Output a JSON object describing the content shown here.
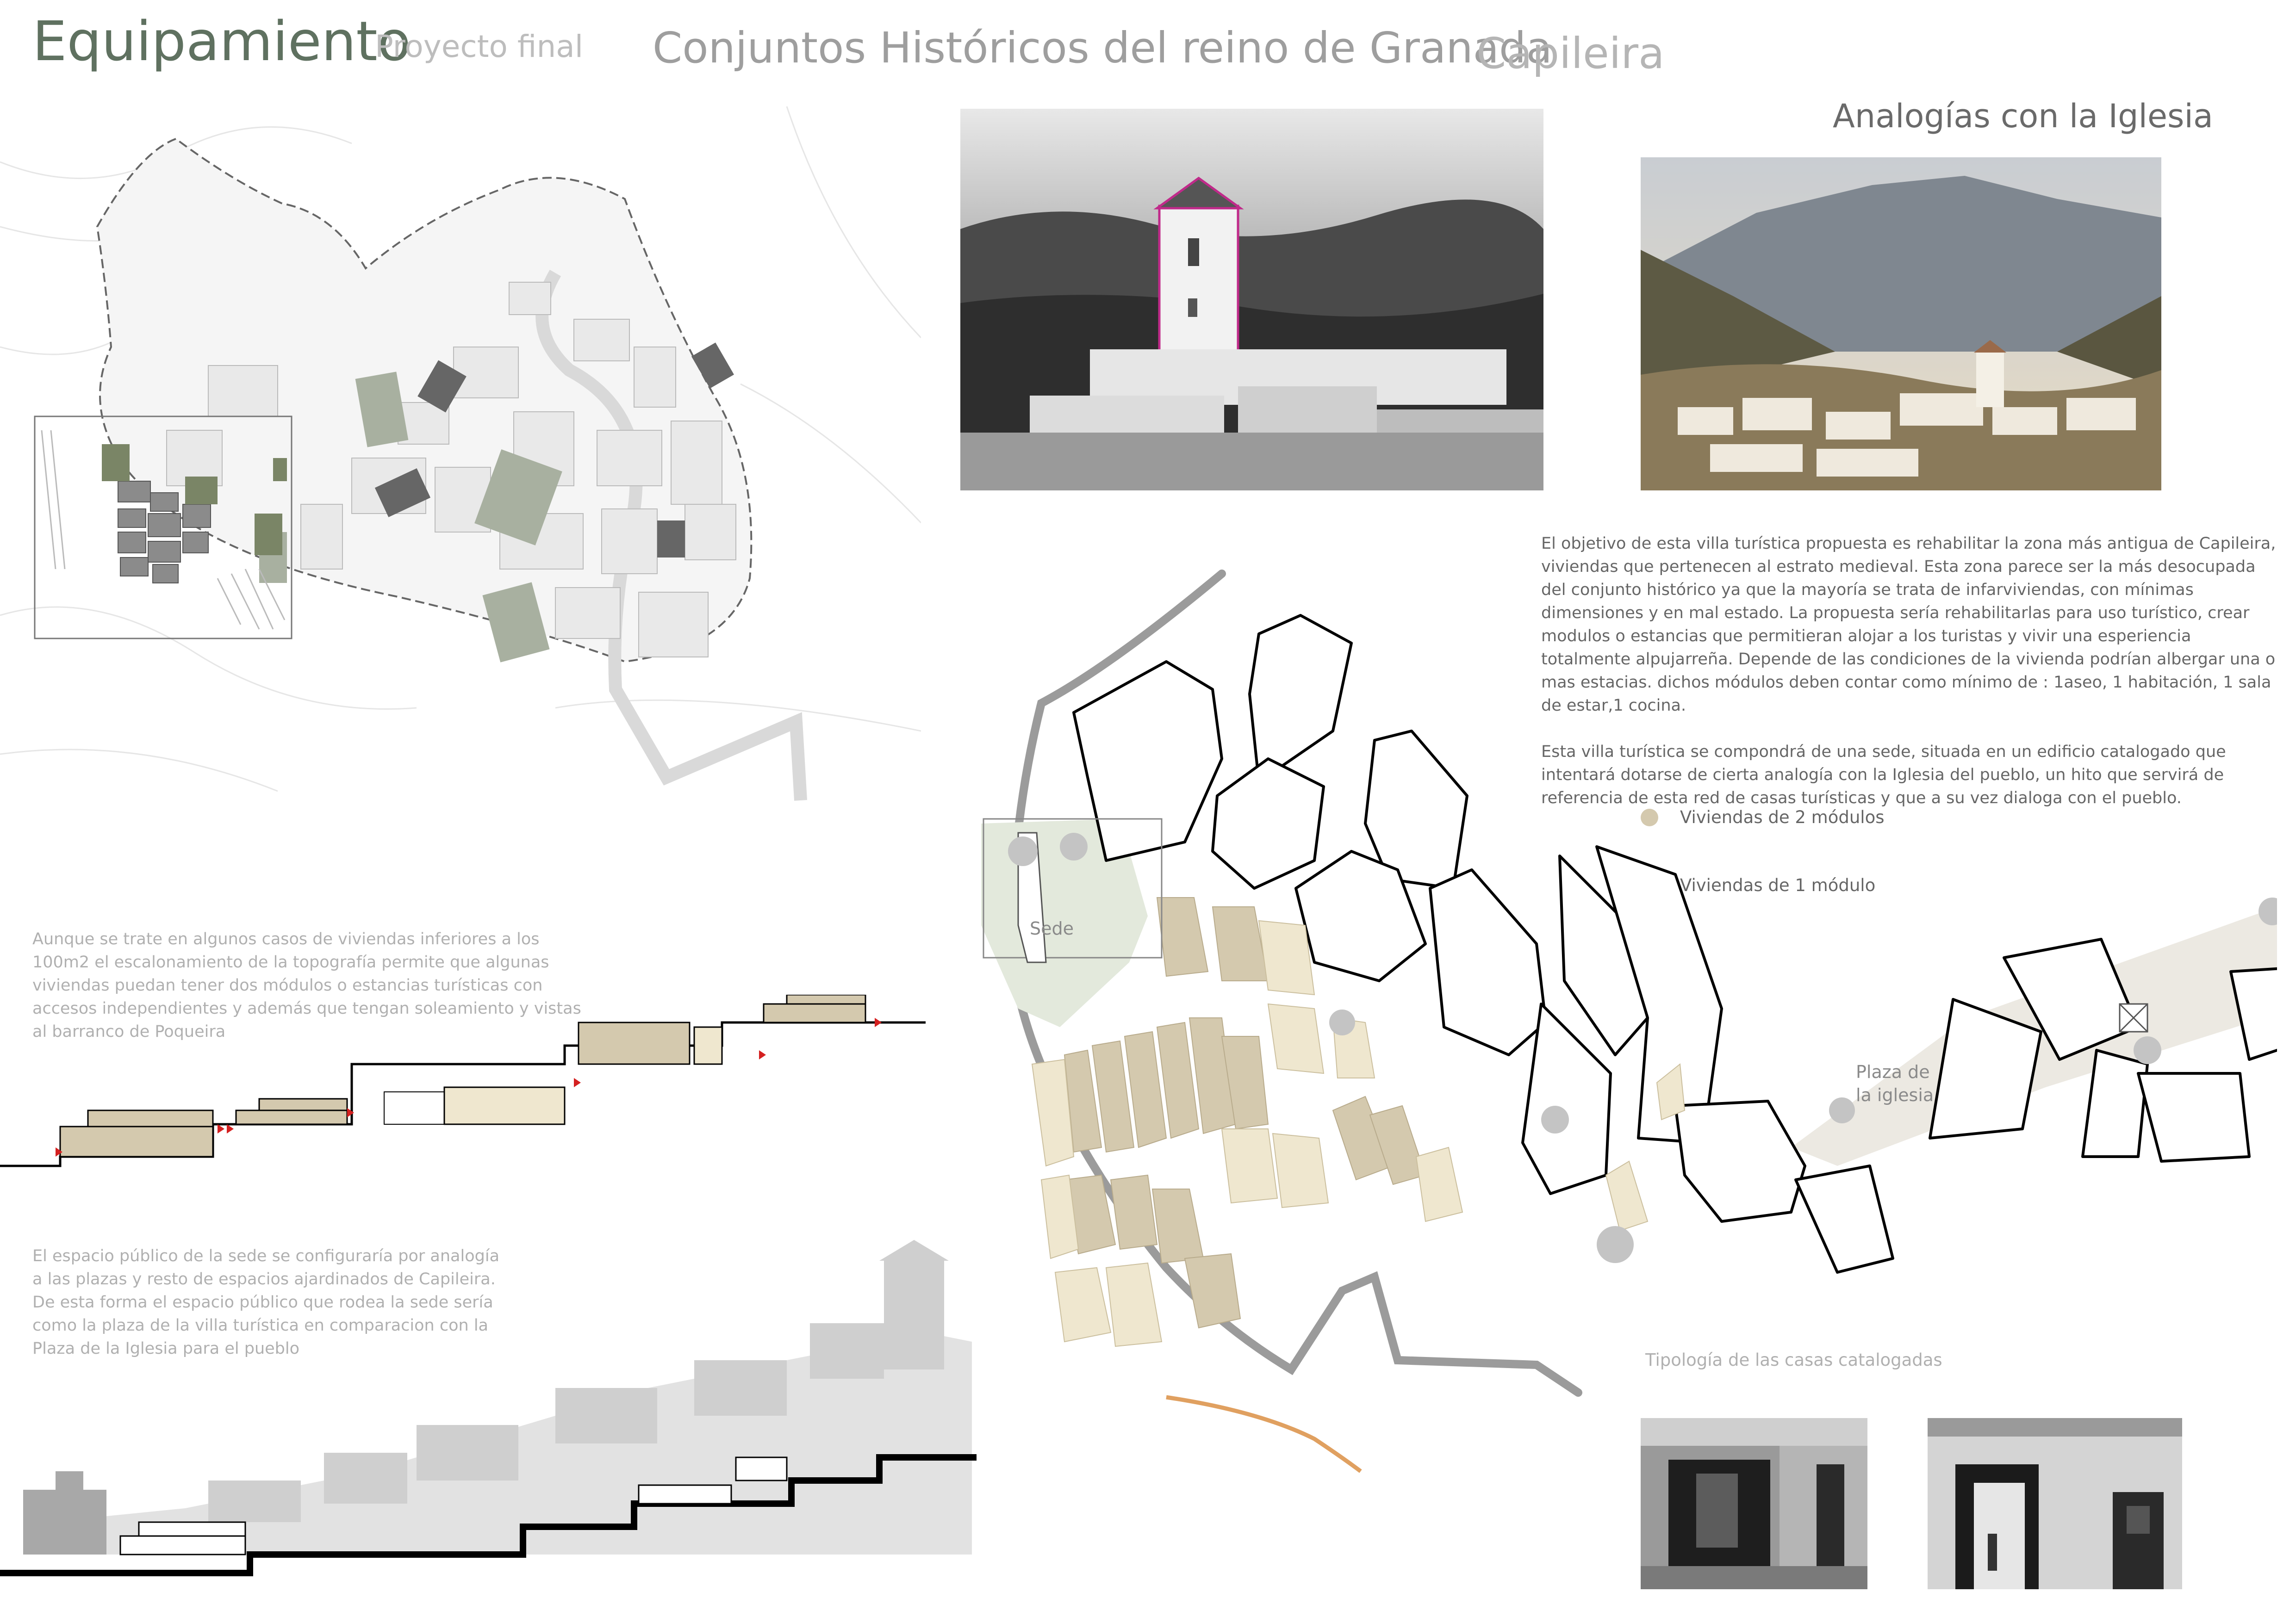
{
  "header": {
    "title": "Equipamiento",
    "subtitle": "Proyecto final",
    "project_title": "Conjuntos Históricos del reino de Granada",
    "project_place": "Capileira"
  },
  "analogies_heading": "Analogías con la Iglesia",
  "description": {
    "paragraph1": "El objetivo de esta villa turística propuesta es rehabilitar la zona más antigua de Capileira, viviendas que pertenecen al estrato medieval. Esta zona parece ser la más desocupada del conjunto histórico ya que la mayoría se trata de infarviviendas, con mínimas dimensiones y en mal estado. La propuesta sería rehabilitarlas para uso turístico, crear modulos o estancias que permitieran alojar a los turistas y vivir una esperiencia totalmente alpujarreña. Depende de las condiciones de la vivienda podrían albergar una o mas estacias. dichos módulos deben contar como mínimo de : 1aseo, 1 habitación, 1 sala de estar,1 cocina.",
    "paragraph2": "Esta villa turística se compondrá de una sede, situada en un edificio catalogado que intentará dotarse de cierta analogía con la Iglesia del pueblo, un hito que servirá de referencia de esta red de casas turísticas y que a su vez dialoga con el pueblo."
  },
  "legend": {
    "two_modules": "Viviendas de 2 módulos",
    "one_module": "Viviendas de 1 módulo"
  },
  "colors": {
    "two_modules": "#d4c9ae",
    "one_module": "#efe7cf",
    "green_space": "#e3e9dc",
    "plaza": "#ece9e2",
    "title_green": "#5f7160",
    "accent_red": "#d42020",
    "path_orange": "#e0a060"
  },
  "notes": {
    "topography": "Aunque se trate en algunos casos de viviendas inferiores a los 100m2 el escalonamiento de la topografía permite que algunas viviendas puedan tener dos módulos o estancias turísticas con accesos independientes y además que tengan soleamiento y vistas al barranco de Poqueira",
    "public_space": "El espacio público de la sede se configuraría por analogía a las plazas y resto de espacios ajardinados de Capileira. De esta forma el espacio público que rodea la sede sería como la plaza de la villa turística en comparacion con la Plaza de la Iglesia para el pueblo"
  },
  "map_labels": {
    "sede": "Sede",
    "plaza": "Plaza de la iglesia",
    "plaza_line1": "Plaza de",
    "plaza_line2": "la iglesia"
  },
  "typology_caption": "Tipología de las casas catalogadas",
  "icons": [
    "tree-icon",
    "church-tower-icon",
    "entrance-arrow-icon"
  ]
}
